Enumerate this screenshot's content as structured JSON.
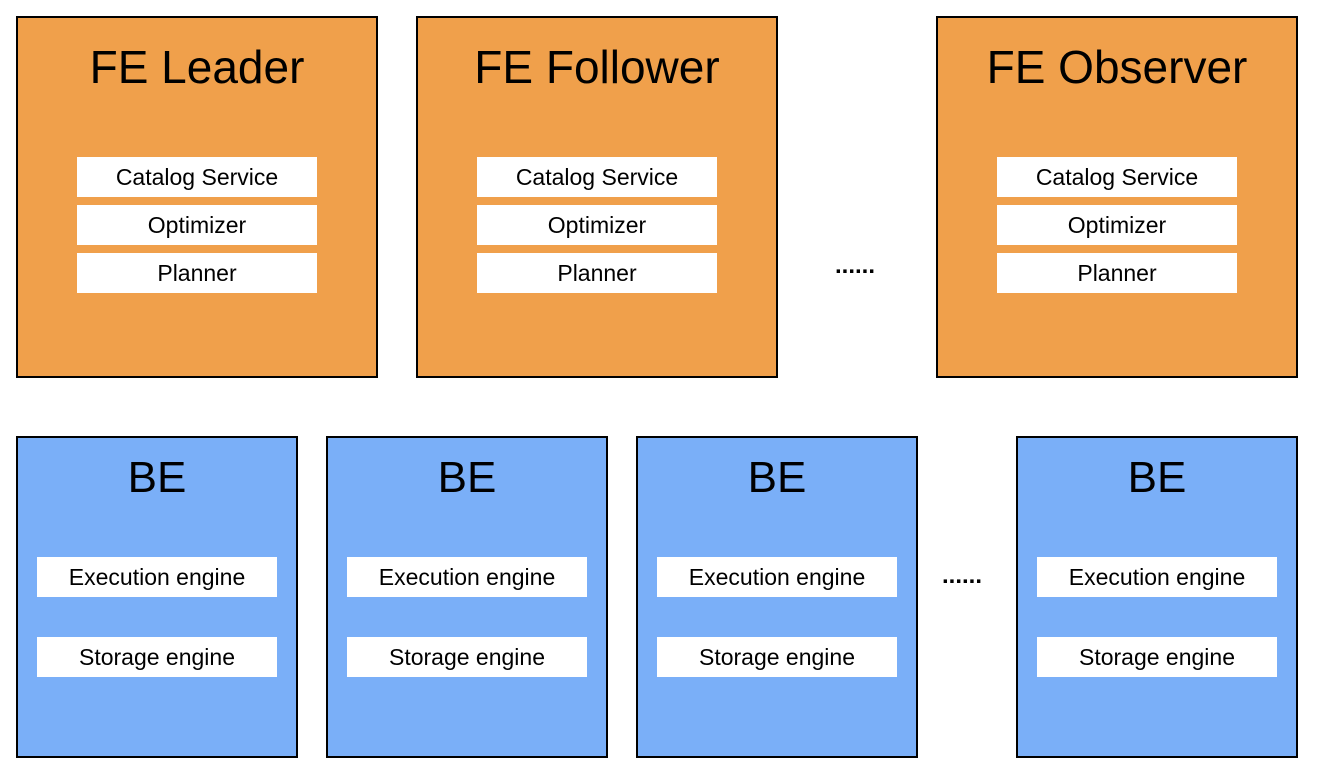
{
  "fe_nodes": [
    {
      "title": "FE Leader",
      "components": [
        "Catalog Service",
        "Optimizer",
        "Planner"
      ]
    },
    {
      "title": "FE Follower",
      "components": [
        "Catalog Service",
        "Optimizer",
        "Planner"
      ]
    },
    {
      "title": "FE Observer",
      "components": [
        "Catalog Service",
        "Optimizer",
        "Planner"
      ]
    }
  ],
  "be_nodes": [
    {
      "title": "BE",
      "components": [
        "Execution engine",
        "Storage engine"
      ]
    },
    {
      "title": "BE",
      "components": [
        "Execution engine",
        "Storage engine"
      ]
    },
    {
      "title": "BE",
      "components": [
        "Execution engine",
        "Storage engine"
      ]
    },
    {
      "title": "BE",
      "components": [
        "Execution engine",
        "Storage engine"
      ]
    }
  ],
  "fe_ellipsis": "......",
  "be_ellipsis": "......",
  "colors": {
    "fe_fill": "#f0a04b",
    "be_fill": "#7aaff8",
    "component_fill": "#ffffff",
    "border": "#000000"
  }
}
